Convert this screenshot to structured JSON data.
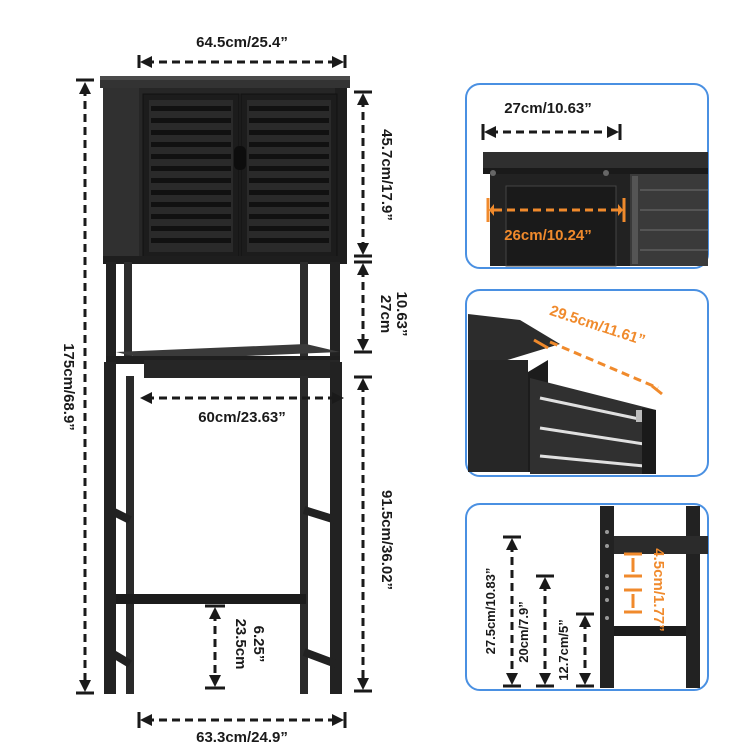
{
  "main": {
    "width": "64.5cm/25.4”",
    "cabinet_height": "45.7cm/17.9”",
    "gap_height_in": "10.63”",
    "gap_height_cm": "27cm",
    "total_height": "175cm/68.9”",
    "shelf_width": "60cm/23.63”",
    "leg_height": "91.5cm/36.02”",
    "crossbar_in": "6.25”",
    "crossbar_cm": "23.5cm",
    "base_width": "63.3cm/24.9”"
  },
  "detail_top": {
    "depth": "27cm/10.63”",
    "inner_depth": "26cm/10.24”"
  },
  "detail_middle": {
    "shelf_depth": "29.5cm/11.61”"
  },
  "detail_bottom": {
    "h1": "27.5cm/10.83”",
    "h2": "20cm/7.9”",
    "h3": "12.7cm/5”",
    "spacing": "4.5cm/1.77”"
  },
  "colors": {
    "accent": "#f08a2c",
    "frame": "#4a90e2",
    "wood": "#2b2b2b"
  }
}
